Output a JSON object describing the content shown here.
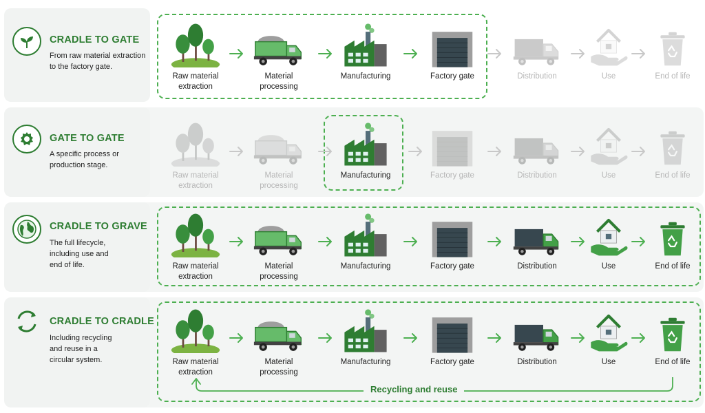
{
  "rows": [
    {
      "title": "CRADLE TO GATE",
      "desc": "From raw material extraction\nto the factory gate.",
      "icon": "sprout-icon"
    },
    {
      "title": "GATE TO GATE",
      "desc": "A specific process or\nproduction stage.",
      "icon": "gear-icon"
    },
    {
      "title": "CRADLE TO GRAVE",
      "desc": "The full lifecycle,\nincluding use and\nend of life.",
      "icon": "globe-icon"
    },
    {
      "title": "CRADLE TO CRADLE",
      "desc": "Including recycling\nand reuse in a\ncircular system.",
      "icon": "cycle-arrows-icon"
    }
  ],
  "stages": {
    "raw": "Raw material\nextraction",
    "processing": "Material\nprocessing",
    "manufacturing": "Manufacturing",
    "factory_gate": "Factory gate",
    "distribution": "Distribution",
    "use": "Use",
    "end_of_life": "End of life"
  },
  "recycling_label": "Recycling and reuse",
  "colors": {
    "accent": "#2e7d32",
    "accent_light": "#4caf50",
    "faded": "#bdbdbd",
    "panel": "#f3f5f4"
  }
}
